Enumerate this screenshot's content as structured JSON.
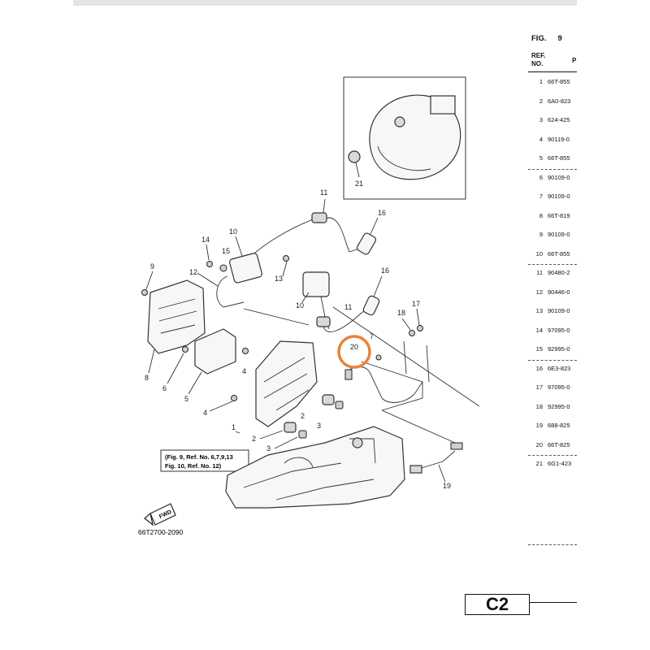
{
  "figure": {
    "label": "FIG.",
    "number": "9"
  },
  "table_header": {
    "ref_no": "REF.\nNO.",
    "part_no": "P"
  },
  "parts_rows": [
    {
      "no": "1",
      "part": "66T-855",
      "group_start": false
    },
    {
      "no": "2",
      "part": "6A0-823",
      "group_start": false
    },
    {
      "no": "3",
      "part": "624-425",
      "group_start": false
    },
    {
      "no": "4",
      "part": "90119-0",
      "group_start": false
    },
    {
      "no": "5",
      "part": "66T-855",
      "group_start": false
    },
    {
      "no": "6",
      "part": "90109-0",
      "group_start": true
    },
    {
      "no": "7",
      "part": "90109-0",
      "group_start": false
    },
    {
      "no": "8",
      "part": "66T-819",
      "group_start": false
    },
    {
      "no": "9",
      "part": "90109-0",
      "group_start": false
    },
    {
      "no": "10",
      "part": "66T-855",
      "group_start": false
    },
    {
      "no": "11",
      "part": "90480-2",
      "group_start": true
    },
    {
      "no": "12",
      "part": "90446-0",
      "group_start": false
    },
    {
      "no": "13",
      "part": "90109-0",
      "group_start": false
    },
    {
      "no": "14",
      "part": "97095-0",
      "group_start": false
    },
    {
      "no": "15",
      "part": "92995-0",
      "group_start": false
    },
    {
      "no": "16",
      "part": "6E3-823",
      "group_start": true
    },
    {
      "no": "17",
      "part": "97095-0",
      "group_start": false
    },
    {
      "no": "18",
      "part": "92995-0",
      "group_start": false
    },
    {
      "no": "19",
      "part": "688-825",
      "group_start": false
    },
    {
      "no": "20",
      "part": "66T-825",
      "group_start": false
    },
    {
      "no": "21",
      "part": "6G1-423",
      "group_start": true
    }
  ],
  "diagram": {
    "callouts": {
      "c1": "1",
      "c2a": "2",
      "c2b": "2",
      "c3a": "3",
      "c3b": "3",
      "c4a": "4",
      "c4b": "4",
      "c5": "5",
      "c6": "6",
      "c7": "7",
      "c8": "8",
      "c9": "9",
      "c10a": "10",
      "c10b": "10",
      "c11a": "11",
      "c11b": "11",
      "c12": "12",
      "c13": "13",
      "c14": "14",
      "c15": "15",
      "c16a": "16",
      "c16b": "16",
      "c17": "17",
      "c18": "18",
      "c19": "19",
      "c20": "20",
      "c21": "21"
    },
    "note_line1": "(Fig. 9, Ref. No. 6,7,9,13",
    "note_line2": "Fig. 10, Ref. No. 12)",
    "fwd_label": "FWD",
    "drawing_code": "66T2700-2090",
    "highlight_color": "#e8823a"
  },
  "page_code": "C2"
}
